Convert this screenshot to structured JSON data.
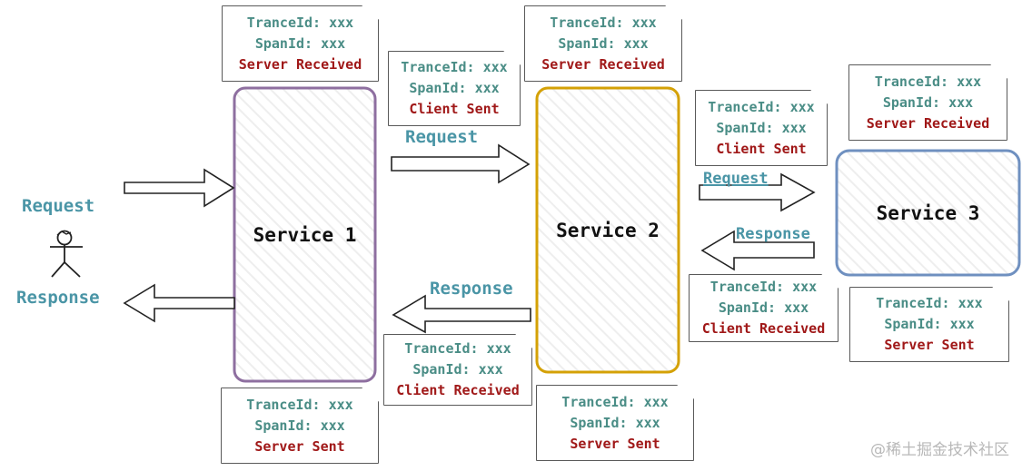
{
  "colors": {
    "service1_border": "#8e6fa0",
    "service2_border": "#d4a106",
    "service3_border": "#6f90c0",
    "label": "#4a95a6",
    "id_text": "#4a8d86",
    "event_text": "#a01818"
  },
  "services": [
    {
      "name": "Service 1"
    },
    {
      "name": "Service 2"
    },
    {
      "name": "Service 3"
    }
  ],
  "labels": {
    "client_request": "Request",
    "client_response": "Response",
    "s1_s2_request": "Request",
    "s2_s1_response": "Response",
    "s2_s3_request": "Request",
    "s3_s2_response": "Response"
  },
  "notes": [
    {
      "trace": "TranceId: xxx",
      "span": "SpanId: xxx",
      "event": "Server Received"
    },
    {
      "trace": "TranceId: xxx",
      "span": "SpanId: xxx",
      "event": "Client Sent"
    },
    {
      "trace": "TranceId: xxx",
      "span": "SpanId: xxx",
      "event": "Server Received"
    },
    {
      "trace": "TranceId: xxx",
      "span": "SpanId: xxx",
      "event": "Client Sent"
    },
    {
      "trace": "TranceId: xxx",
      "span": "SpanId: xxx",
      "event": "Server Received"
    },
    {
      "trace": "TranceId: xxx",
      "span": "SpanId: xxx",
      "event": "Client Received"
    },
    {
      "trace": "TranceId: xxx",
      "span": "SpanId: xxx",
      "event": "Server Sent"
    },
    {
      "trace": "TranceId: xxx",
      "span": "SpanId: xxx",
      "event": "Client Received"
    },
    {
      "trace": "TranceId: xxx",
      "span": "SpanId: xxx",
      "event": "Server Sent"
    },
    {
      "trace": "TranceId: xxx",
      "span": "SpanId: xxx",
      "event": "Server Sent"
    }
  ],
  "watermark": "@稀土掘金技术社区"
}
